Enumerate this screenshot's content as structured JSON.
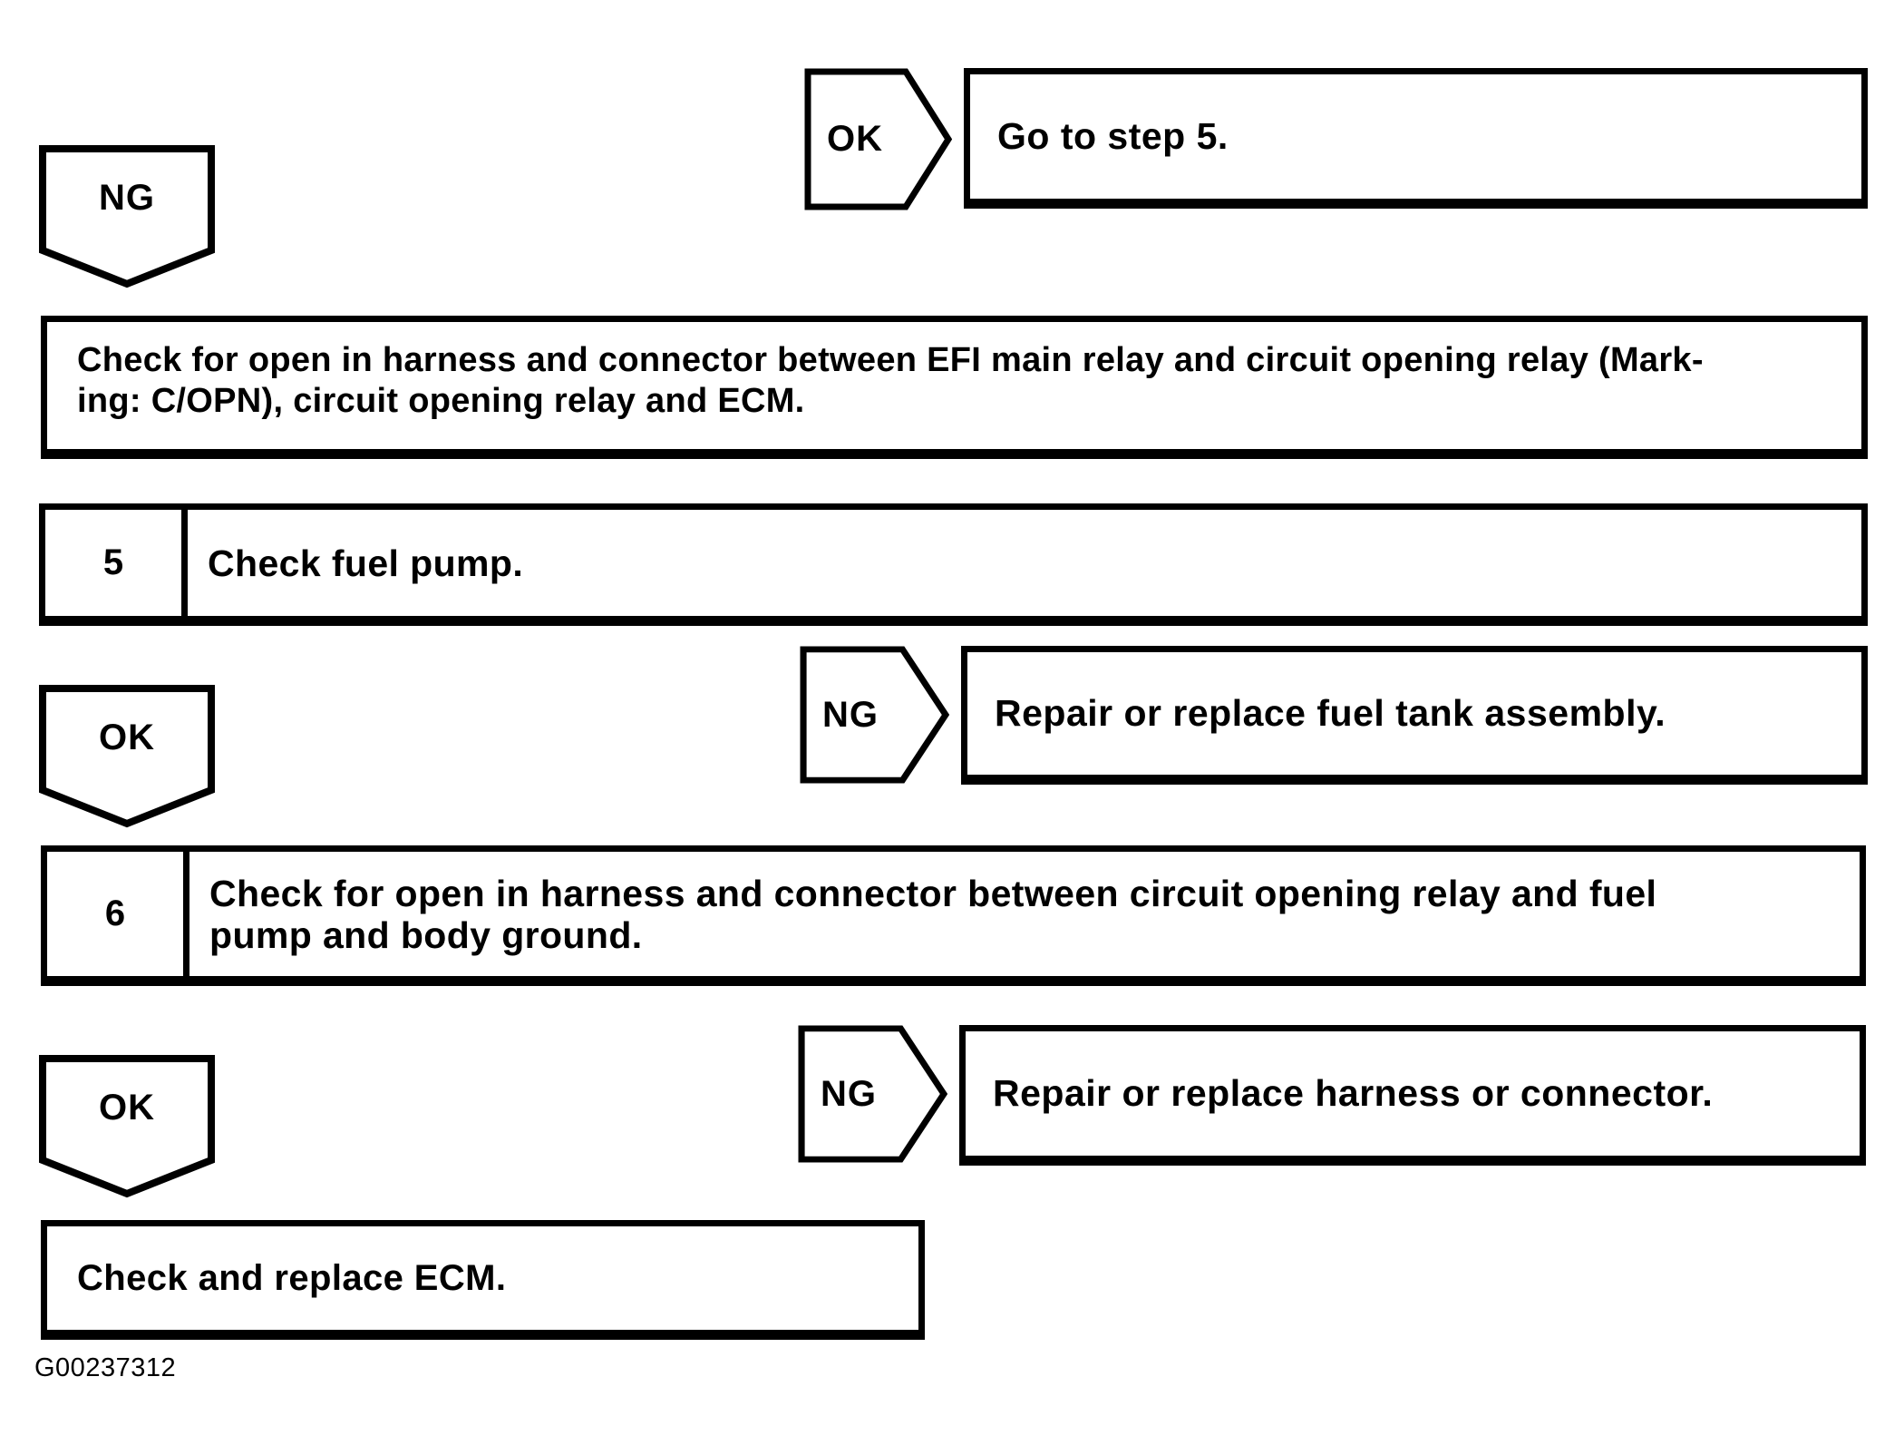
{
  "page": {
    "background": "#ffffff",
    "ink": "#000000",
    "figure_id": "G00237312"
  },
  "flow": {
    "row1": {
      "connector": "OK",
      "action": "Go to step 5."
    },
    "ng_after_row1": "NG",
    "check_open_efi": {
      "lines": [
        "Check for open in harness and connector between EFI main relay and circuit opening relay (Mark-",
        "ing: C/OPN), circuit opening relay and ECM."
      ]
    },
    "step5": {
      "number": "5",
      "text": "Check fuel pump."
    },
    "row2": {
      "ok": "OK",
      "connector": "NG",
      "action": "Repair or replace fuel tank assembly."
    },
    "step6": {
      "number": "6",
      "lines": [
        "Check for open in harness and connector between circuit opening relay and fuel",
        "pump and body ground."
      ]
    },
    "row3": {
      "ok": "OK",
      "connector": "NG",
      "action": "Repair or replace harness or connector."
    },
    "final": {
      "text": "Check and replace ECM."
    }
  }
}
